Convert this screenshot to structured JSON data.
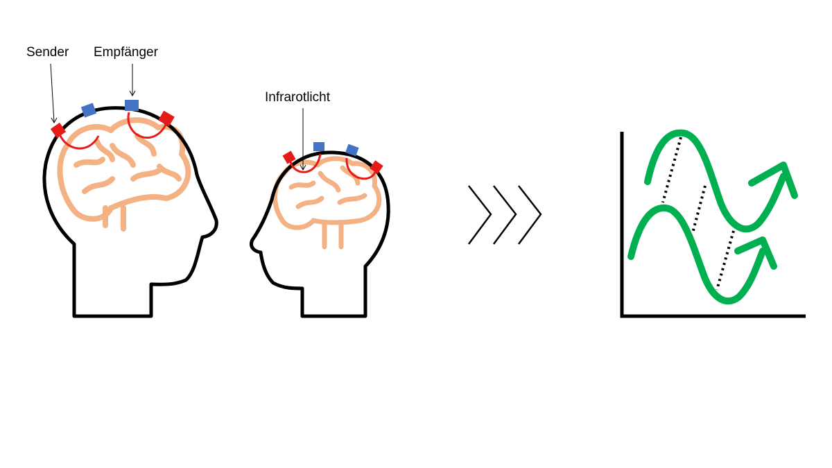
{
  "labels": {
    "sender": "Sender",
    "receiver": "Empfänger",
    "infrared": "Infrarotlicht"
  },
  "icons": {
    "transmitter": "red-square-icon",
    "detector": "blue-square-icon",
    "arrows": "triple-chevron-right-icon",
    "signal": "wave-arrow-icon"
  },
  "colors": {
    "head_outline": "#000000",
    "brain": "#F4B183",
    "transmitter": "#E41B17",
    "detector": "#4472C4",
    "light_path": "#E41B17",
    "signal_wave": "#00B050",
    "chevron": "#000000"
  }
}
